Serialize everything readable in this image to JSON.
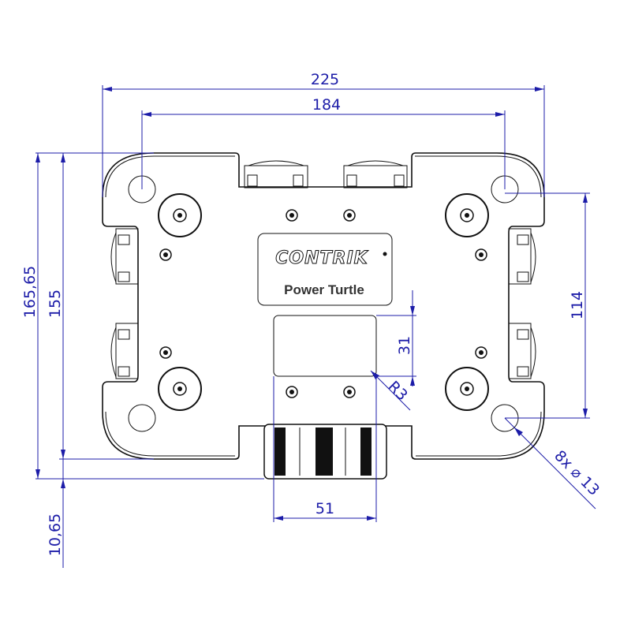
{
  "product": {
    "brand": "CONTRIK",
    "name": "Power Turtle"
  },
  "dimensions": {
    "overall_width": "225",
    "hole_spacing_x": "184",
    "overall_height": "165,65",
    "body_height": "155",
    "connector_offset": "10,65",
    "hole_spacing_y": "114",
    "window_height": "31",
    "window_radius": "R3",
    "holes": "8x ⌀ 13",
    "window_width": "51"
  },
  "colors": {
    "dimension": "#1c1ca8",
    "outline": "#111111"
  }
}
